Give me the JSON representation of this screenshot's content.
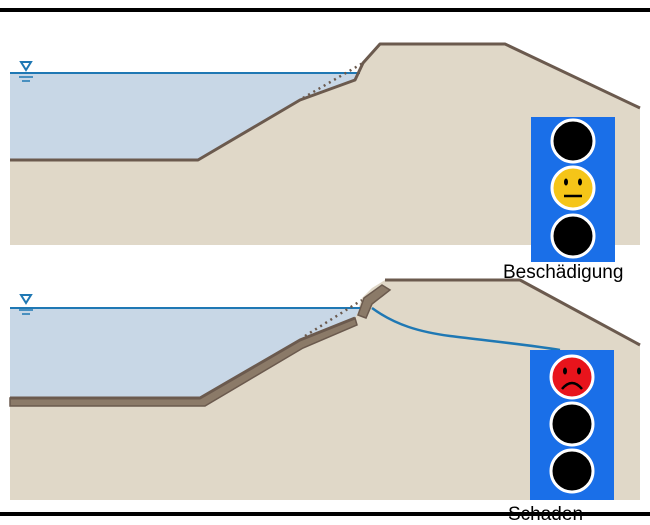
{
  "panels": [
    {
      "id": "top",
      "status_label": "Beschädigung",
      "traffic_light": {
        "lights": [
          {
            "state": "off",
            "color": "#000000"
          },
          {
            "state": "on",
            "color": "#f5c518",
            "face": "neutral"
          },
          {
            "state": "off",
            "color": "#000000"
          }
        ]
      }
    },
    {
      "id": "bottom",
      "status_label": "Schaden",
      "traffic_light": {
        "lights": [
          {
            "state": "on",
            "color": "#e8141c",
            "face": "sad"
          },
          {
            "state": "off",
            "color": "#000000"
          },
          {
            "state": "off",
            "color": "#000000"
          }
        ]
      }
    }
  ],
  "colors": {
    "water": "#c8d7e6",
    "water_line": "#1f78b4",
    "soil": "#e0d8c8",
    "outline": "#6b5a4e",
    "damaged_layer": "#8b7a68",
    "light_housing": "#1a6fe8",
    "frame": "#000000"
  },
  "icons": [
    "water-level-icon",
    "neutral-face-icon",
    "sad-face-icon"
  ]
}
